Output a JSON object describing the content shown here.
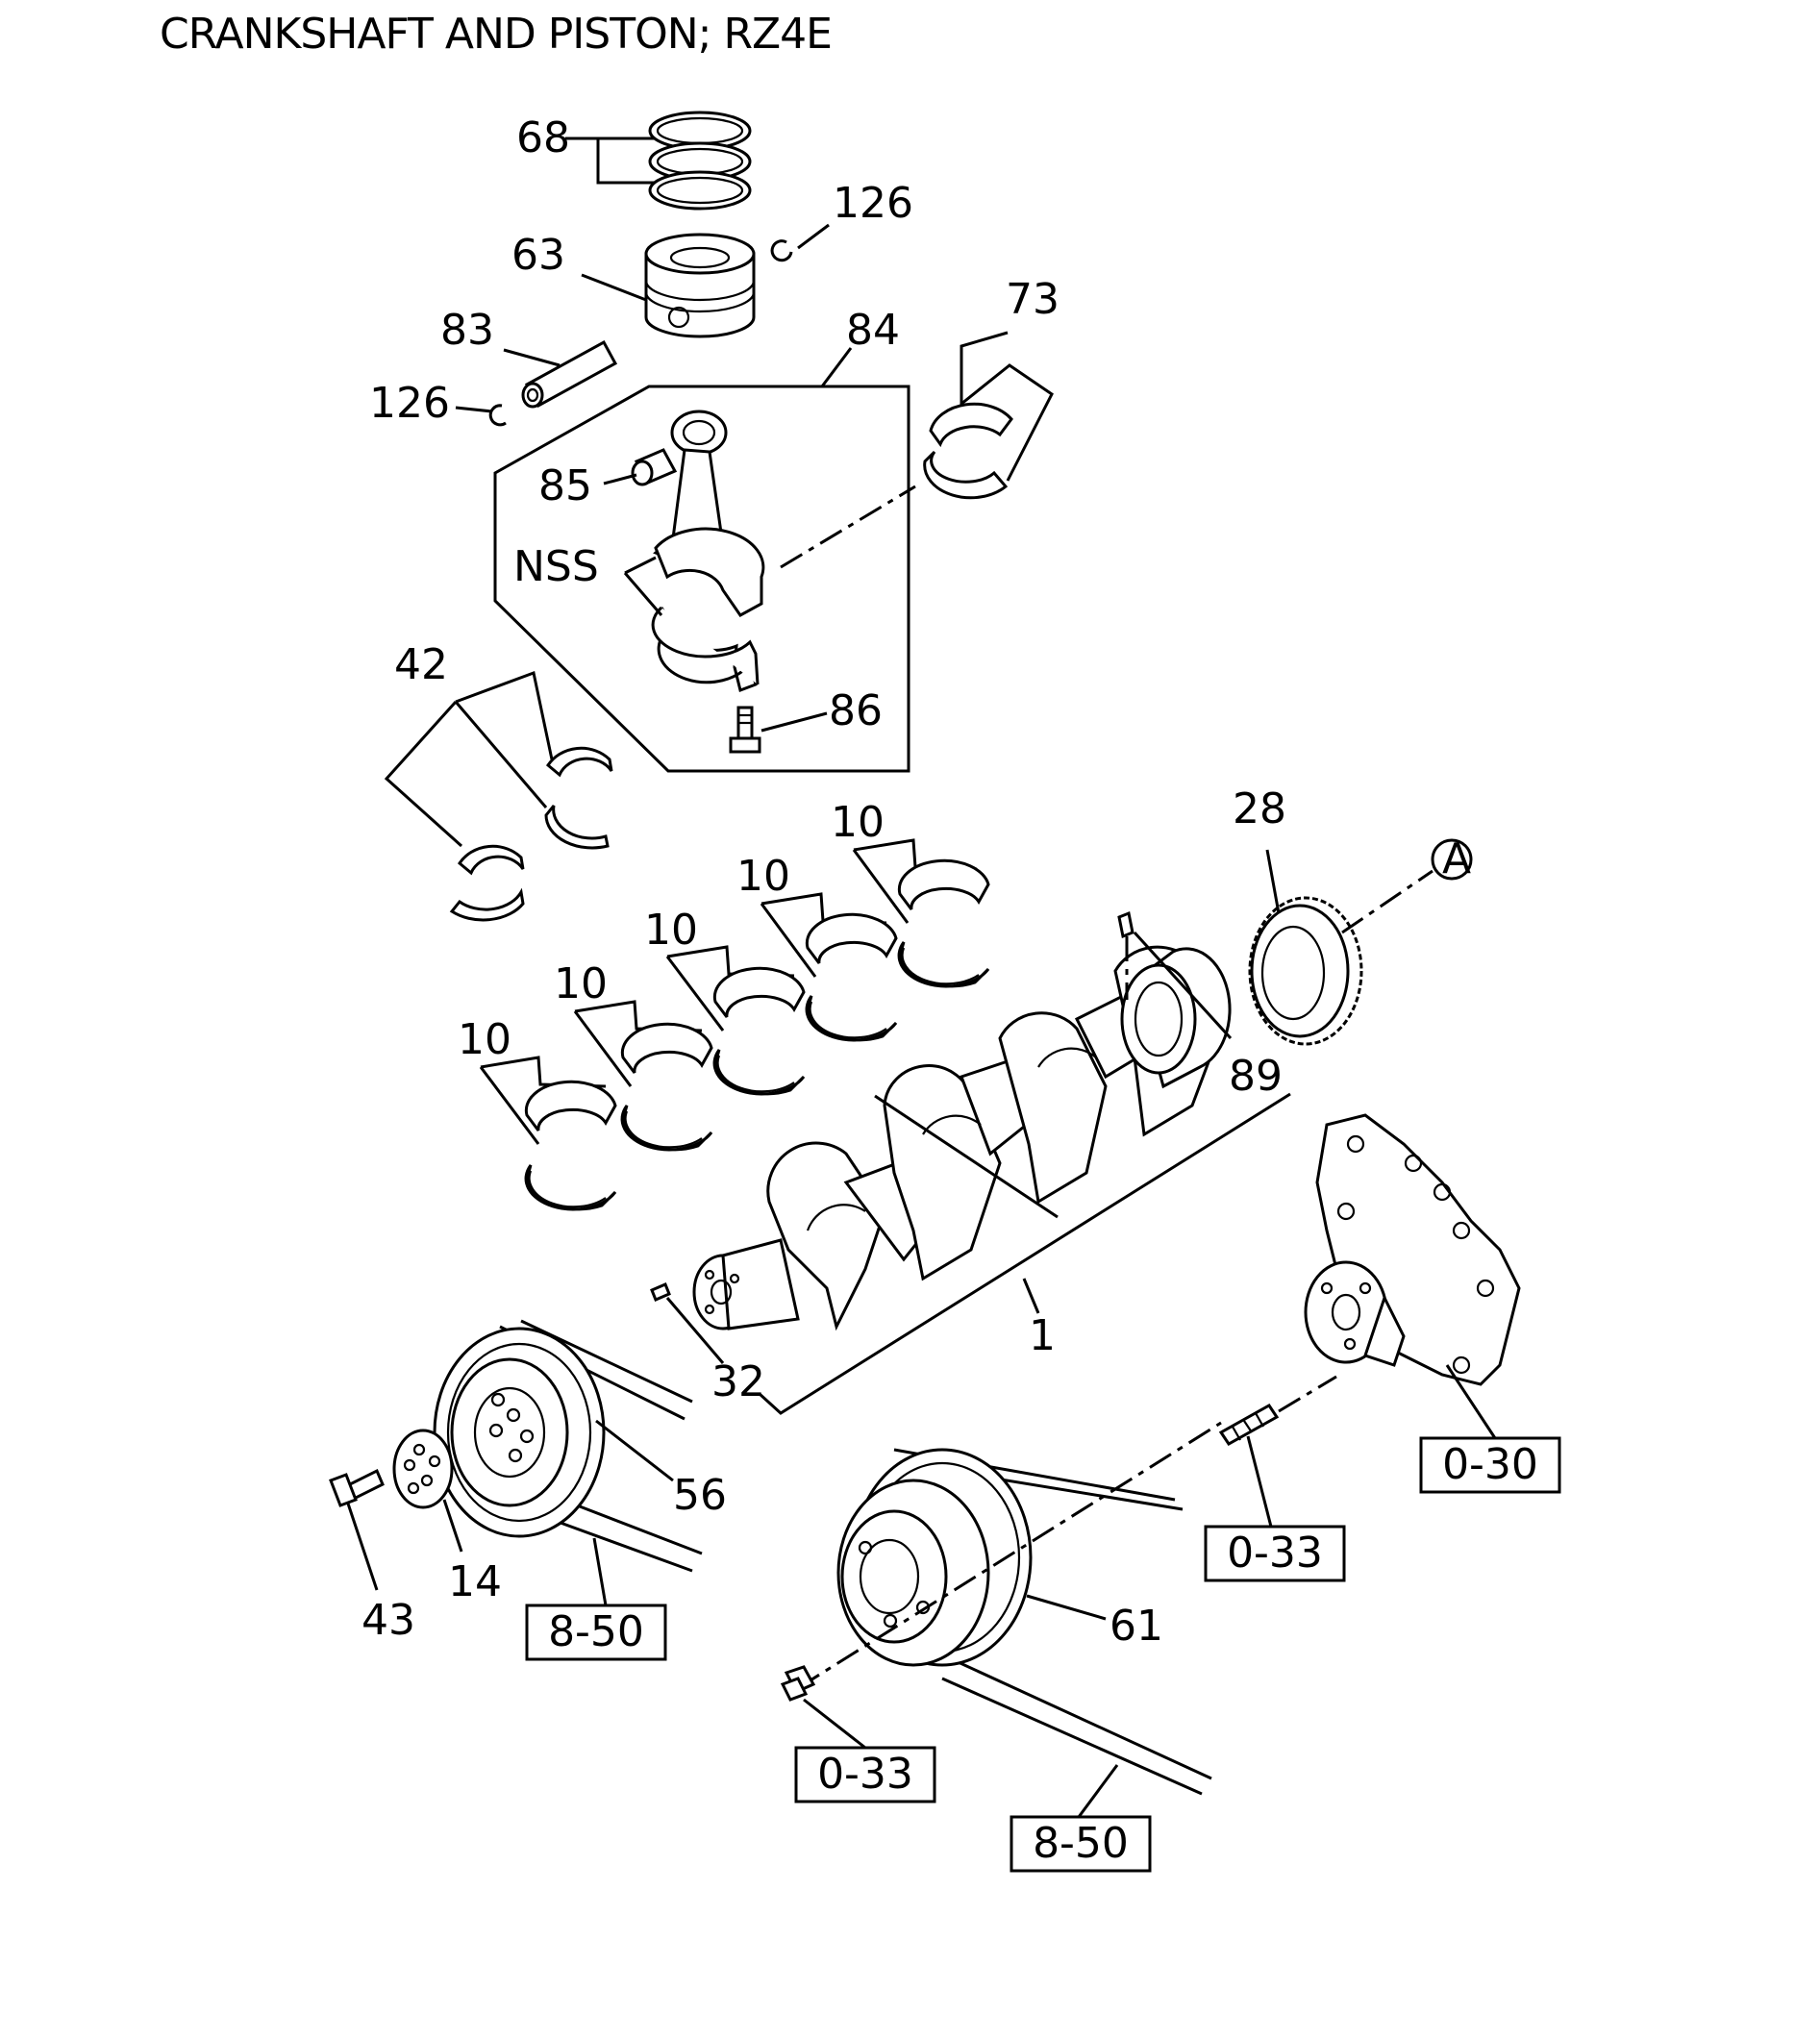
{
  "title": "CRANKSHAFT AND PISTON; RZ4E",
  "callouts": {
    "c68": "68",
    "c126a": "126",
    "c63": "63",
    "c83": "83",
    "c84": "84",
    "c73": "73",
    "c126b": "126",
    "c85": "85",
    "nss": "NSS",
    "c42": "42",
    "c86": "86",
    "c10a": "10",
    "c10b": "10",
    "c10c": "10",
    "c10d": "10",
    "c10e": "10",
    "c28": "28",
    "circleA": "A",
    "c89": "89",
    "c1": "1",
    "c32": "32",
    "c56": "56",
    "c43": "43",
    "c14": "14",
    "c61": "61"
  },
  "refs": {
    "r030": "0-30",
    "r033a": "0-33",
    "r850a": "8-50",
    "r033b": "0-33",
    "r850b": "8-50"
  }
}
